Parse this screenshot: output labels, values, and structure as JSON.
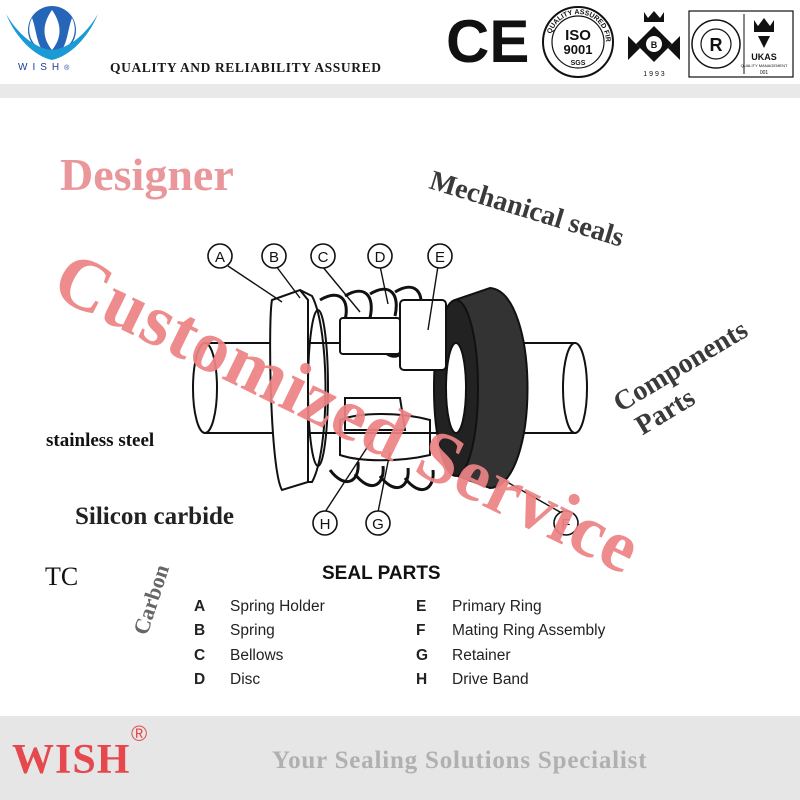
{
  "header": {
    "logo_text": "WISH",
    "logo_reg": "®",
    "tagline": "QUALITY AND RELIABILITY ASSURED",
    "ce_mark": "CE",
    "iso": {
      "ring": "QUALITY ASSURED FIRM",
      "main": "ISO",
      "number": "9001",
      "sgs": "SGS"
    },
    "crown_year": "1 9 9 3",
    "ukas": {
      "r_mark": "R",
      "label": "UKAS",
      "sub": "QUALITY MANAGEMENT",
      "number": "001"
    }
  },
  "overlay": {
    "designer": "Designer",
    "mechanical_seals": "Mechanical seals",
    "components": "Components",
    "parts": "Parts",
    "customized_service": "Customized Service",
    "stainless_steel": "stainless steel",
    "silicon_carbide": "Silicon carbide",
    "tc": "TC",
    "carbon": "Carbon"
  },
  "diagram_labels": [
    "A",
    "B",
    "C",
    "D",
    "E",
    "F",
    "G",
    "H"
  ],
  "seal_parts": {
    "title": "SEAL PARTS",
    "left": [
      {
        "letter": "A",
        "name": "Spring Holder"
      },
      {
        "letter": "B",
        "name": "Spring"
      },
      {
        "letter": "C",
        "name": "Bellows"
      },
      {
        "letter": "D",
        "name": "Disc"
      }
    ],
    "right": [
      {
        "letter": "E",
        "name": "Primary Ring"
      },
      {
        "letter": "F",
        "name": "Mating Ring Assembly"
      },
      {
        "letter": "G",
        "name": "Retainer"
      },
      {
        "letter": "H",
        "name": "Drive Band"
      }
    ]
  },
  "footer": {
    "brand": "WISH",
    "reg": "®",
    "slogan": "Your Sealing Solutions Specialist"
  },
  "colors": {
    "accent_red": "#e5484d",
    "watermark_pink": "#ec8385",
    "logo_blue": "#1f3d96"
  }
}
